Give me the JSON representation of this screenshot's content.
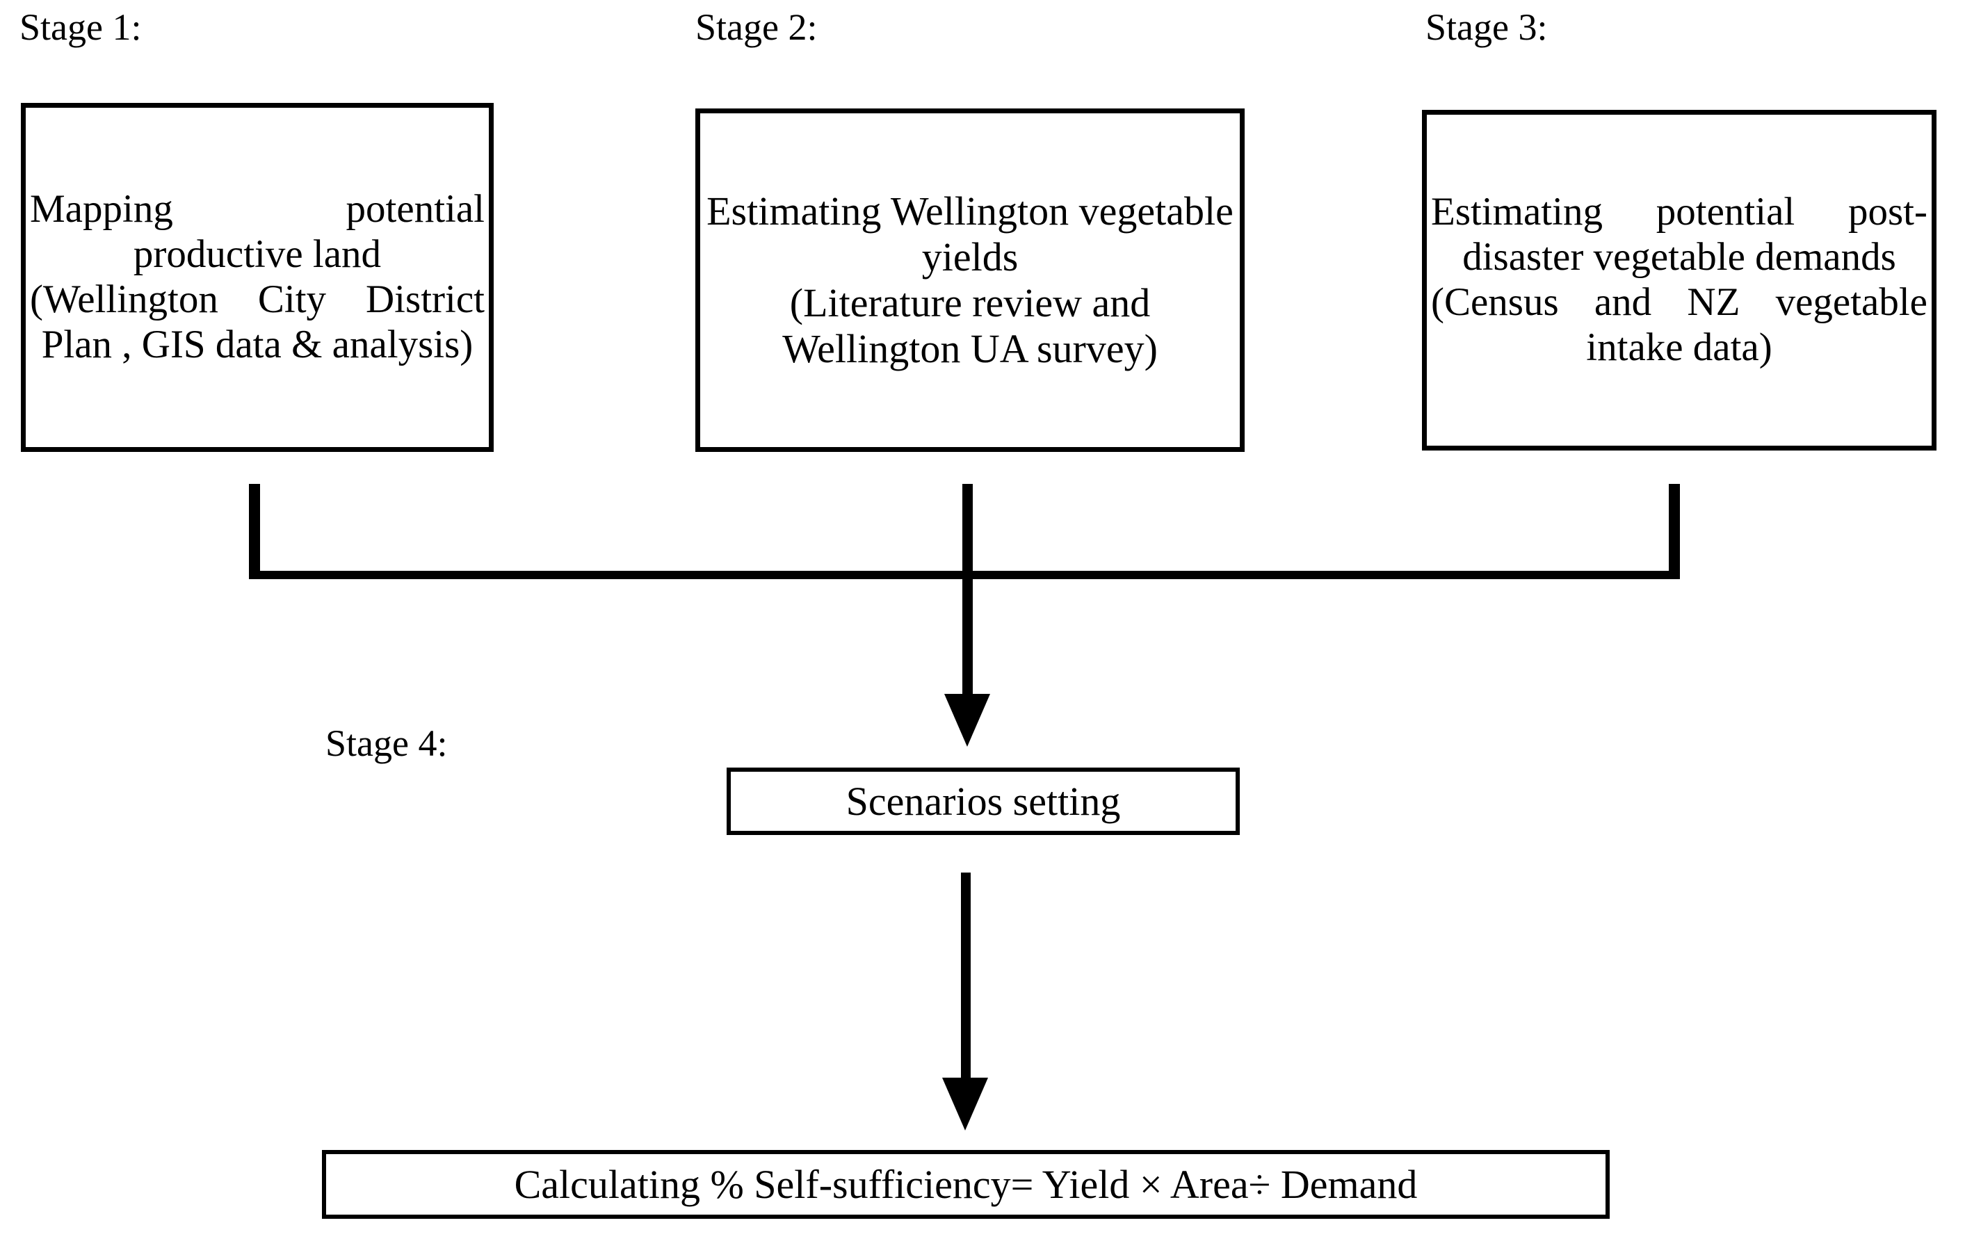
{
  "diagram": {
    "title": "Research methodology flowchart",
    "accent_color": "#000000",
    "background_color": "#ffffff"
  },
  "labels": {
    "stage1": "Stage 1:",
    "stage2": "Stage 2:",
    "stage3": "Stage 3:",
    "stage4": "Stage 4:"
  },
  "nodes": {
    "stage1_box": {
      "line1": "Mapping potential productive land",
      "line2": "(Wellington City District Plan , GIS data & analysis)",
      "full_text": "Mapping potential productive land (Wellington City District Plan , GIS data & analysis)"
    },
    "stage2_box": {
      "line1": "Estimating Wellington vegetable yields",
      "line2": "(Literature review and Wellington UA survey)",
      "full_text": "Estimating Wellington vegetable yields (Literature review and Wellington UA survey)"
    },
    "stage3_box": {
      "line1": "Estimating potential post-disaster vegetable demands",
      "line2": "(Census and NZ vegetable intake data)",
      "full_text": "Estimating potential post-disaster vegetable demands (Census and NZ vegetable intake data)"
    },
    "scenarios_box": {
      "text": "Scenarios setting"
    },
    "formula_box": {
      "text": "Calculating % Self-sufficiency=  Yield × Area÷ Demand"
    }
  },
  "connectors": {
    "junction_bar": "horizontal-join-bar",
    "stem_left": "stage1-stem",
    "stem_center": "stage2-stem",
    "stem_right": "stage3-stem",
    "arrow_to_scenarios": "arrow-down-to-scenarios",
    "arrow_to_formula": "arrow-down-to-formula"
  }
}
